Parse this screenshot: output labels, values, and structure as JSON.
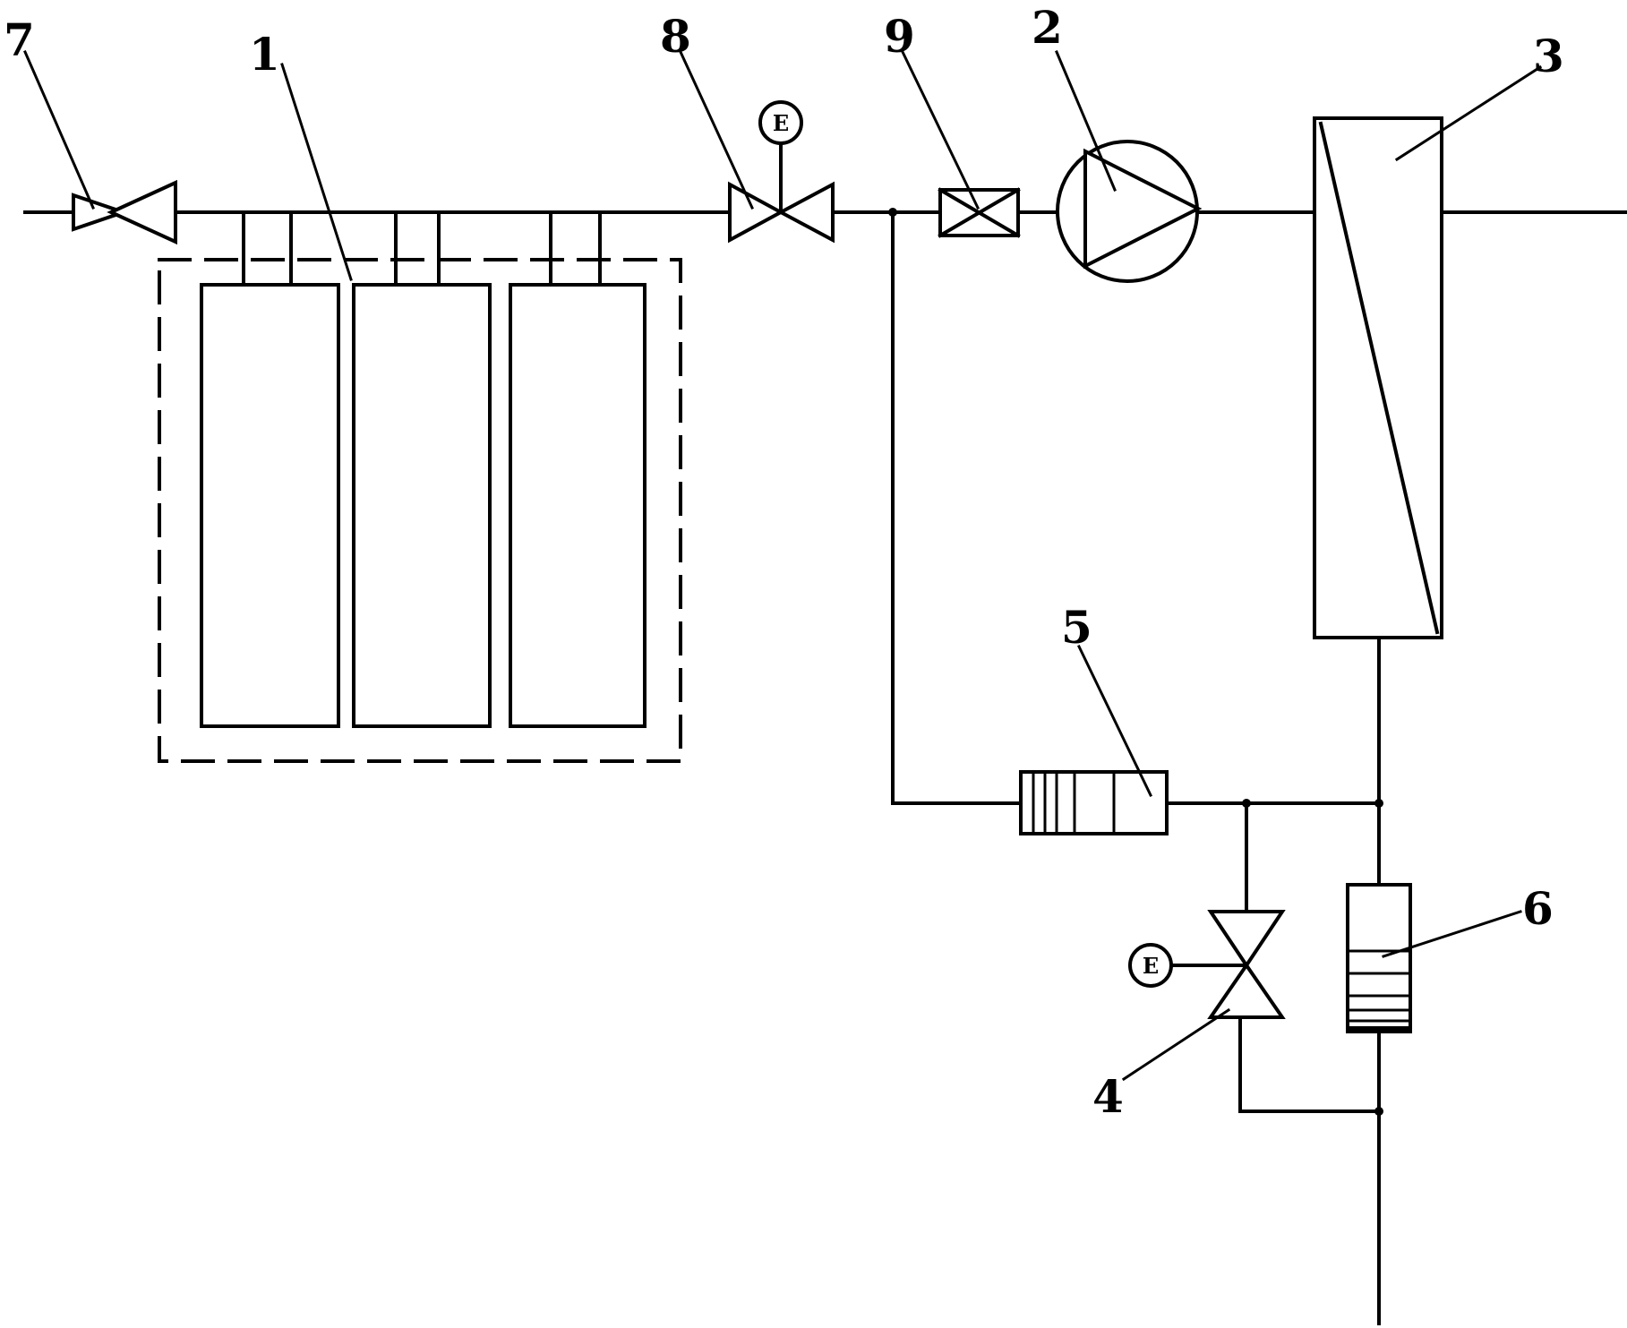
{
  "components": [
    {
      "id": "cylinder-group",
      "label": "1"
    },
    {
      "id": "pump",
      "label": "2"
    },
    {
      "id": "heat-exchanger",
      "label": "3"
    },
    {
      "id": "solenoid-valve-4",
      "label": "4"
    },
    {
      "id": "filter-5",
      "label": "5"
    },
    {
      "id": "filter-6",
      "label": "6"
    },
    {
      "id": "manual-valve-7",
      "label": "7"
    },
    {
      "id": "solenoid-valve-8",
      "label": "8"
    },
    {
      "id": "check-valve-9",
      "label": "9"
    }
  ],
  "actuator_symbol": "E",
  "colors": {
    "line": "#000000",
    "background": "#ffffff"
  }
}
